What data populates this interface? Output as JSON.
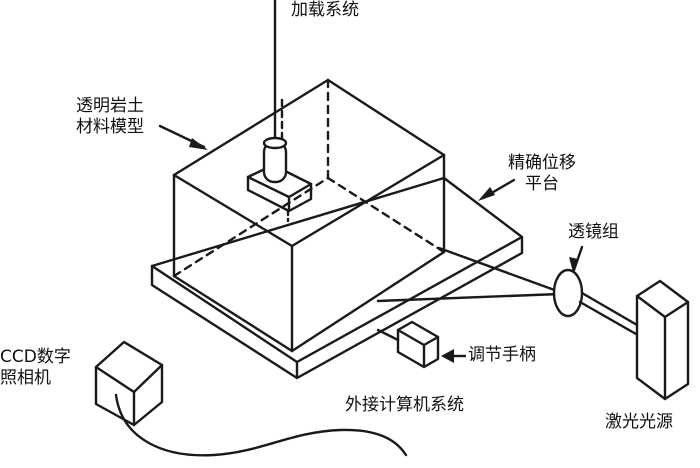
{
  "labels": {
    "loading_system": "加载系统",
    "rock_model": "透明岩土\n材料模型",
    "platform": "精确位移\n平台",
    "lens_group": "透镜组",
    "handle": "调节手柄",
    "ccd_camera": "CCD数字\n照相机",
    "computer": "外接计算机系统",
    "laser": "激光光源"
  },
  "colors": {
    "line": "#1a1a1a",
    "text": "#111111",
    "background": "#ffffff"
  }
}
